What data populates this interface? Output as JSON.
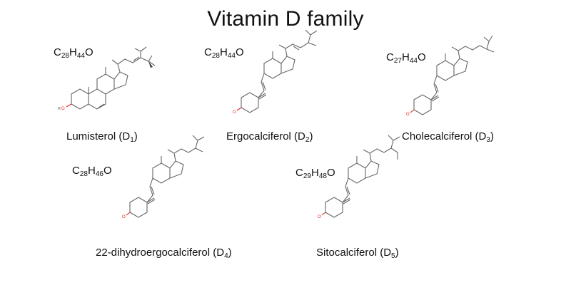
{
  "title": "Vitamin D family",
  "compounds": [
    {
      "name": "Lumisterol (D",
      "name_sub": "1",
      "name_end": ")",
      "formula": [
        [
          "C",
          "28"
        ],
        [
          "H",
          "44"
        ],
        [
          "O",
          ""
        ]
      ]
    },
    {
      "name": "Ergocalciferol (D",
      "name_sub": "2",
      "name_end": ")",
      "formula": [
        [
          "C",
          "28"
        ],
        [
          "H",
          "44"
        ],
        [
          "O",
          ""
        ]
      ]
    },
    {
      "name": "Cholecalciferol (D",
      "name_sub": "3",
      "name_end": ")",
      "formula": [
        [
          "C",
          "27"
        ],
        [
          "H",
          "44"
        ],
        [
          "O",
          ""
        ]
      ]
    },
    {
      "name": "22-dihydroergocalciferol (D",
      "name_sub": "4",
      "name_end": ")",
      "formula": [
        [
          "C",
          "28"
        ],
        [
          "H",
          "46"
        ],
        [
          "O",
          ""
        ]
      ]
    },
    {
      "name": "Sitocalciferol (D",
      "name_sub": "5",
      "name_end": ")",
      "formula": [
        [
          "C",
          "29"
        ],
        [
          "H",
          "48"
        ],
        [
          "O",
          ""
        ]
      ]
    }
  ],
  "atom_labels": {
    "oxygen": "O",
    "hydroxyl_h": "H"
  },
  "colors": {
    "bond": "#666666",
    "hydroxyl": "#e02020",
    "text": "#111111"
  }
}
